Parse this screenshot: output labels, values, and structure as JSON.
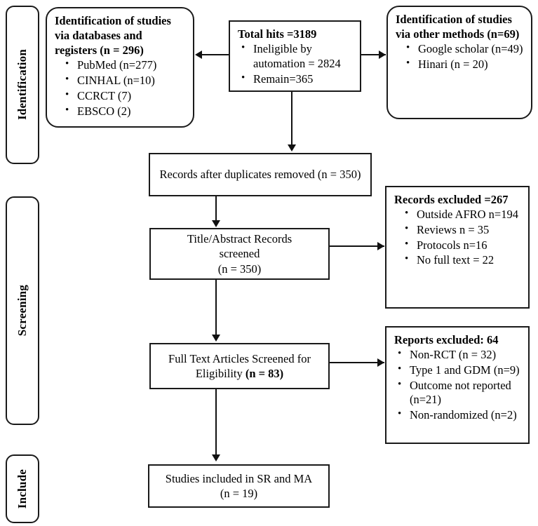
{
  "diagram": {
    "title": "PRISMA flow diagram",
    "line_color": "#111111",
    "box_border_color": "#1a1a1a",
    "background": "#ffffff"
  },
  "stages": [
    {
      "id": "identification",
      "label": "Identification"
    },
    {
      "id": "screening",
      "label": "Screening"
    },
    {
      "id": "include",
      "label": "Include"
    }
  ],
  "boxes": {
    "databases": {
      "heading": "Identification of studies via databases and registers (n = 296)",
      "bullets": [
        "PubMed (n=277)",
        "CINHAL (n=10)",
        "CCRCT (7)",
        "EBSCO (2)"
      ]
    },
    "total_hits": {
      "heading": "Total hits =3189",
      "bullets": [
        "Ineligible by automation = 2824",
        "Remain=365"
      ]
    },
    "other_methods": {
      "heading": "Identification of studies via other methods (n=69)",
      "bullets": [
        "Google scholar (n=49)",
        "Hinari (n = 20)"
      ]
    },
    "duplicates_removed": {
      "text": "Records after duplicates removed (n = 350)"
    },
    "title_abstract_screened": {
      "line1": "Title/Abstract Records",
      "line2": "screened",
      "line3": "(n = 350)"
    },
    "records_excluded": {
      "heading": "Records excluded =267",
      "bullets": [
        "Outside AFRO n=194",
        "Reviews n = 35",
        "Protocols n=16",
        "No full text = 22"
      ]
    },
    "full_text_screened": {
      "line1": "Full Text Articles Screened for",
      "line2_plain": "Eligibility ",
      "line2_bold": "(n = 83)"
    },
    "reports_excluded": {
      "heading": "Reports excluded: 64",
      "bullets": [
        "Non-RCT (n = 32)",
        "Type 1 and GDM (n=9)",
        "Outcome not reported (n=21)",
        "Non-randomized (n=2)"
      ]
    },
    "included": {
      "line1": "Studies included in SR and MA",
      "line2": "(n = 19)"
    }
  }
}
